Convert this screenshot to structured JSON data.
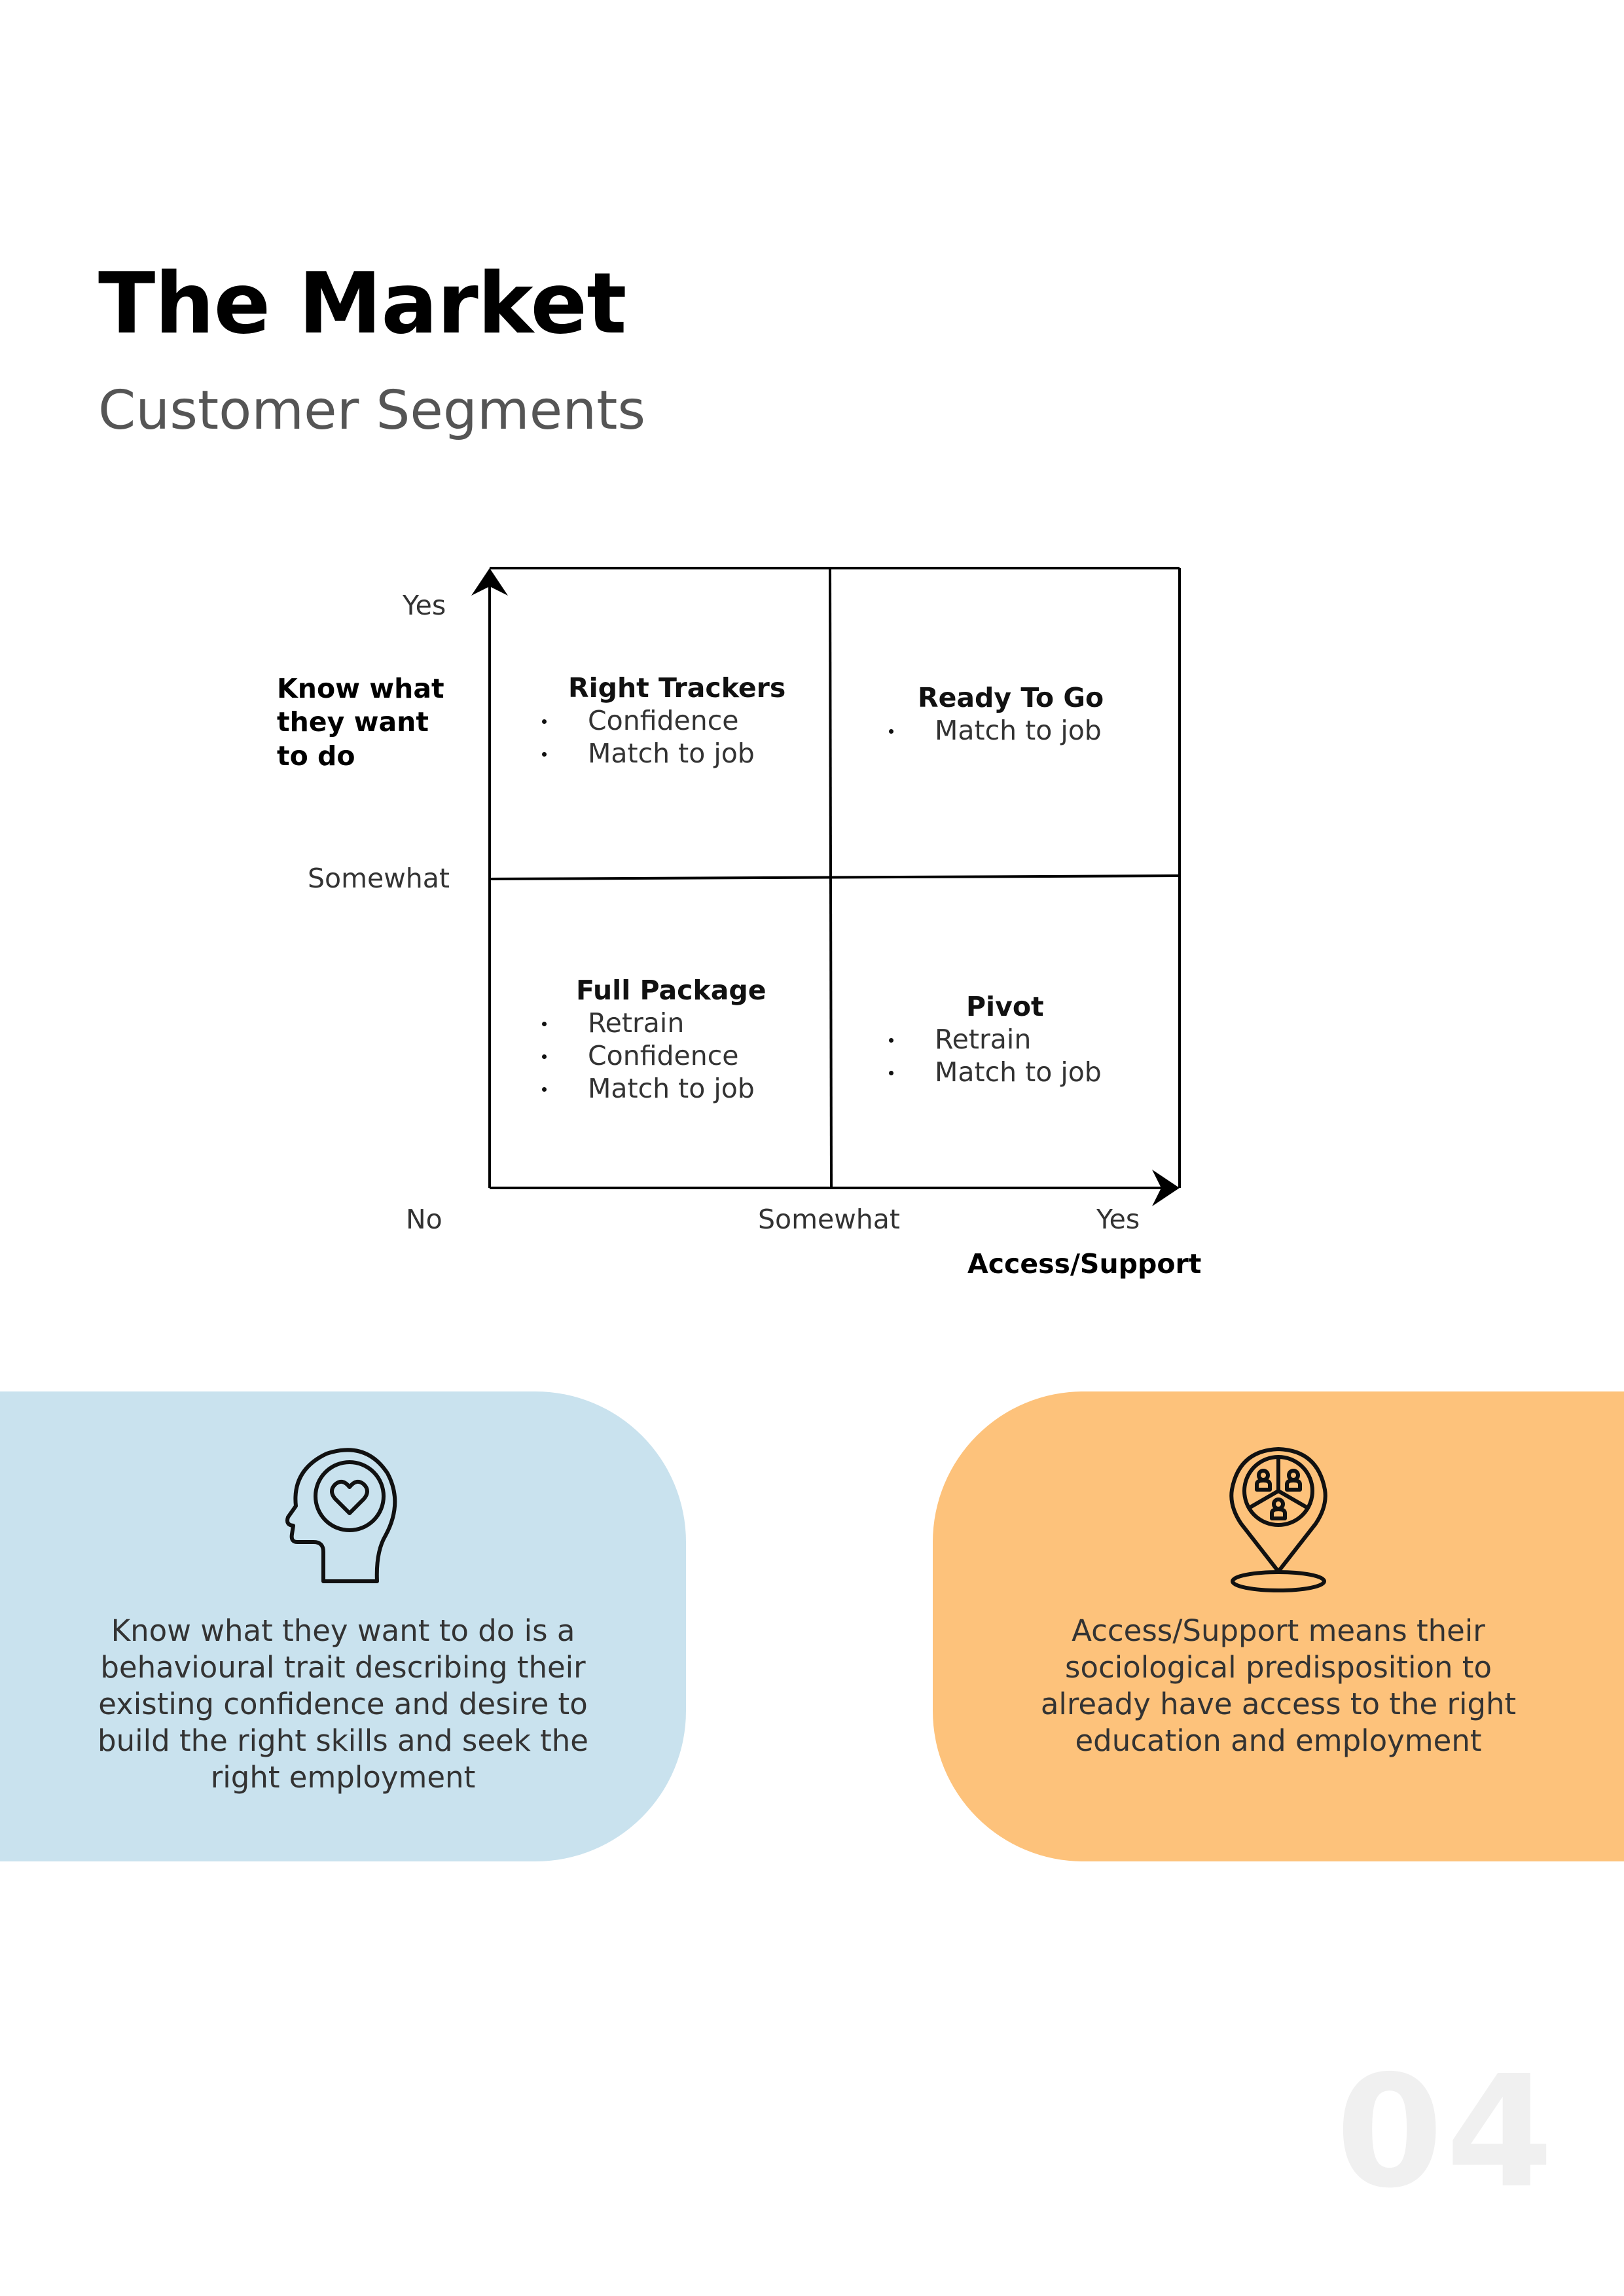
{
  "header": {
    "title": "The Market",
    "subtitle": "Customer Segments"
  },
  "matrix": {
    "y_axis": {
      "title_lines": [
        "Know what",
        "they want",
        "to do"
      ],
      "levels": [
        "Yes",
        "Somewhat",
        "No"
      ]
    },
    "x_axis": {
      "title": "Access/Support",
      "levels": [
        "Somewhat",
        "Yes"
      ]
    },
    "quadrants": {
      "top_left": {
        "title": "Right Trackers",
        "items": [
          "Confidence",
          "Match to job"
        ]
      },
      "top_right": {
        "title": "Ready To Go",
        "items": [
          "Match to job"
        ]
      },
      "bottom_left": {
        "title": "Full Package",
        "items": [
          "Retrain",
          "Confidence",
          "Match to job"
        ]
      },
      "bottom_right": {
        "title": "Pivot",
        "items": [
          "Retrain",
          "Match to job"
        ]
      }
    }
  },
  "cards": {
    "left": {
      "icon": "head-heart-icon",
      "color": "#c9e2ee",
      "lines": [
        "Know what they want to do is a",
        "behavioural trait describing their",
        "existing confidence and desire to",
        "build the right skills and seek the",
        "right employment"
      ]
    },
    "right": {
      "icon": "location-pin-group-icon",
      "color": "#fdc27b",
      "lines": [
        "Access/Support means their",
        "sociological predisposition to",
        "already have access to the right",
        "education and employment"
      ]
    }
  },
  "footer": {
    "page_number": "04"
  }
}
